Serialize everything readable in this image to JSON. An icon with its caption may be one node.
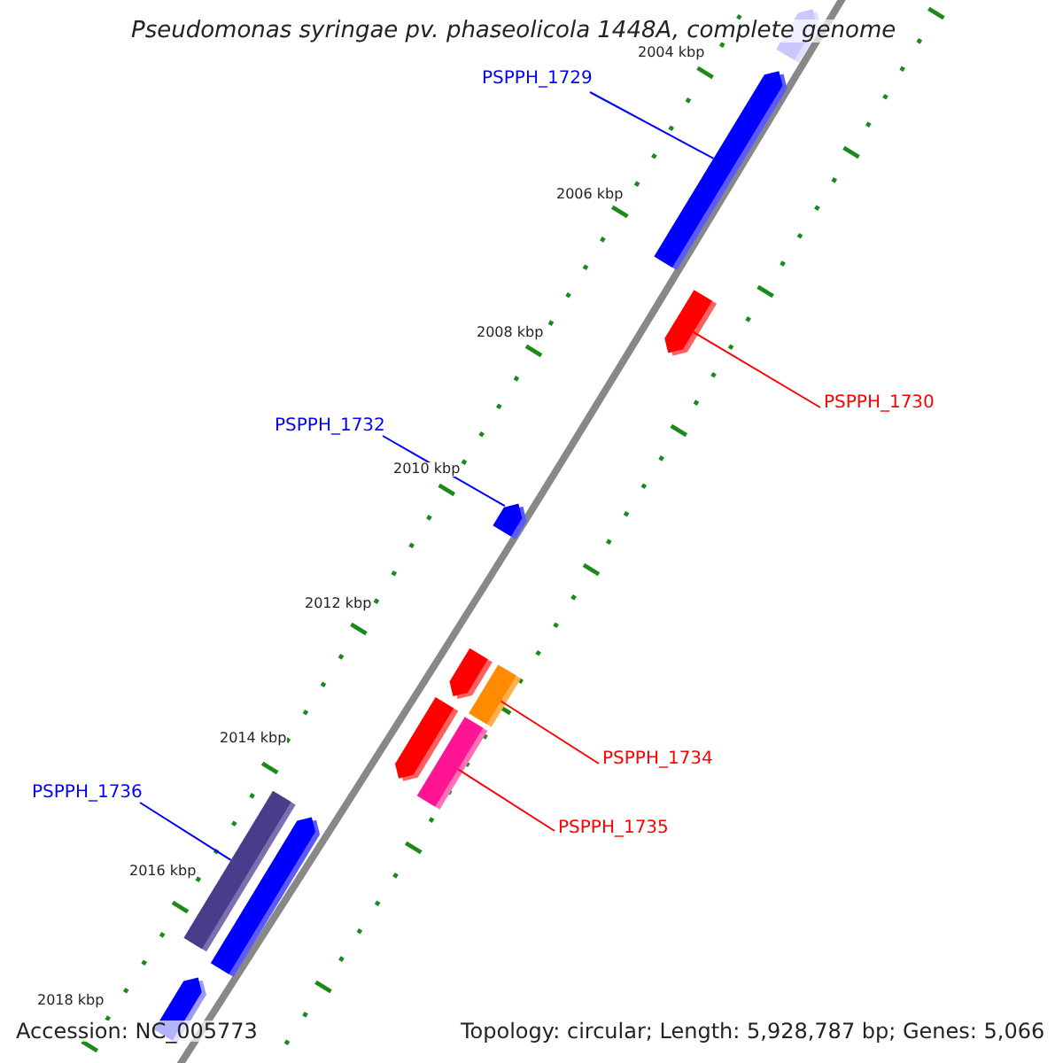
{
  "diagram": {
    "title": "Pseudomonas syringae pv. phaseolicola 1448A, complete genome",
    "nodes": [
      {
        "text": [
          "PSPPH_1729"
        ]
      },
      {
        "text": [
          "PSPPH_1730"
        ]
      },
      {
        "text": [
          "PSPPH_1732"
        ]
      },
      {
        "text": [
          "PSPPH_1734"
        ]
      },
      {
        "text": [
          "PSPPH_1735"
        ]
      },
      {
        "text": [
          "PSPPH_1736"
        ]
      },
      {
        "text": [],
        "shape": "arrow"
      },
      {
        "text": [],
        "shape": "arrow"
      },
      {
        "text": [],
        "shape": "arrow"
      },
      {
        "text": [],
        "shape": "arrow"
      },
      {
        "text": [],
        "shape": "arrow"
      },
      {
        "text": [],
        "shape": "bar"
      },
      {
        "text": [],
        "shape": "arrow"
      },
      {
        "text": [],
        "shape": "bar"
      },
      {
        "text": [],
        "shape": "bar"
      },
      {
        "text": [],
        "shape": "arrow"
      },
      {
        "text": [],
        "shape": "arrow"
      }
    ],
    "edges": [
      {
        "from": 0,
        "to": 7,
        "arrow": "none"
      },
      {
        "from": 1,
        "to": 8,
        "arrow": "none",
        "color": "#ff0000"
      },
      {
        "from": 2,
        "to": 9,
        "arrow": "none"
      },
      {
        "from": 3,
        "to": 11,
        "arrow": "none",
        "color": "#ff0000"
      },
      {
        "from": 4,
        "to": 13,
        "arrow": "none",
        "color": "#ff0000"
      },
      {
        "from": 5,
        "to": 14,
        "arrow": "none"
      }
    ],
    "labels": [
      "2004 kbp",
      "2006 kbp",
      "2008 kbp",
      "2010 kbp",
      "2012 kbp",
      "2014 kbp",
      "2016 kbp",
      "2018 kbp",
      "Accession: NC_005773",
      "Topology: circular; Length: 5,928,787 bp; Genes: 5,066"
    ]
  }
}
